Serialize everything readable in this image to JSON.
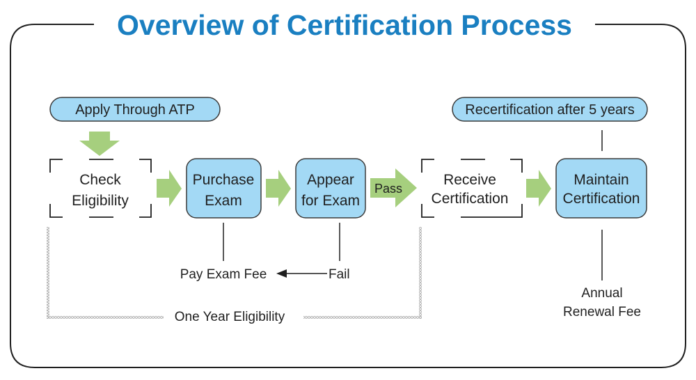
{
  "title": "Overview of Certification Process",
  "colors": {
    "title": "#1a7fc1",
    "box_fill": "#a3d9f5",
    "box_stroke": "#3a3a3a",
    "arrow_fill": "#a6cf7e",
    "line": "#1f1f1f",
    "dotted_line": "#9a9a9a"
  },
  "pills": {
    "apply": "Apply Through ATP",
    "recert": "Recertification after 5 years"
  },
  "steps": [
    {
      "id": "check-eligibility",
      "style": "bracket",
      "lines": [
        "Check",
        "Eligibility"
      ]
    },
    {
      "id": "purchase-exam",
      "style": "box",
      "lines": [
        "Purchase",
        "Exam"
      ]
    },
    {
      "id": "appear-for-exam",
      "style": "box",
      "lines": [
        "Appear",
        "for Exam"
      ]
    },
    {
      "id": "receive-certification",
      "style": "bracket",
      "lines": [
        "Receive",
        "Certification"
      ]
    },
    {
      "id": "maintain-certification",
      "style": "box",
      "lines": [
        "Maintain",
        "Certification"
      ]
    }
  ],
  "arrows": {
    "pass_label": "Pass"
  },
  "notes": {
    "pay_exam_fee": "Pay Exam Fee",
    "fail": "Fail",
    "one_year": "One Year Eligibility",
    "annual_renewal": [
      "Annual",
      "Renewal Fee"
    ]
  }
}
